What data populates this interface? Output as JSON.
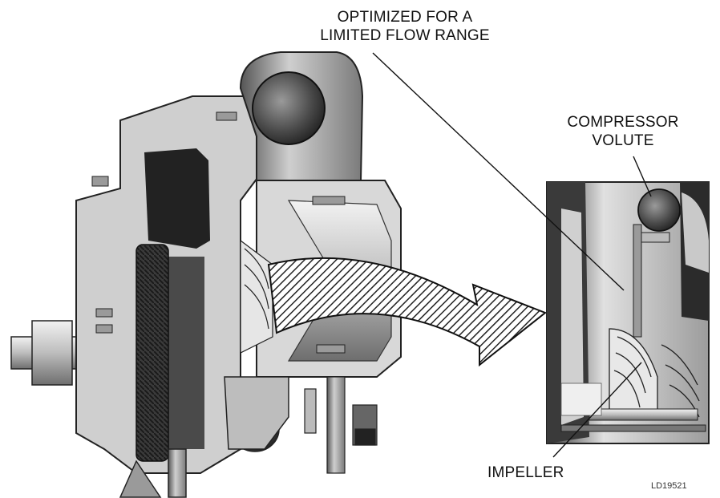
{
  "labels": {
    "optimized_line1": "OPTIMIZED FOR A",
    "optimized_line2": "LIMITED FLOW RANGE",
    "volute_line1": "COMPRESSOR",
    "volute_line2": "VOLUTE",
    "impeller": "IMPELLER",
    "figure_code": "LD19521"
  },
  "colors": {
    "ink": "#111111",
    "dark_metal": "#2a2a2a",
    "mid_metal": "#8a8a8a",
    "light_metal": "#d6d6d6"
  }
}
